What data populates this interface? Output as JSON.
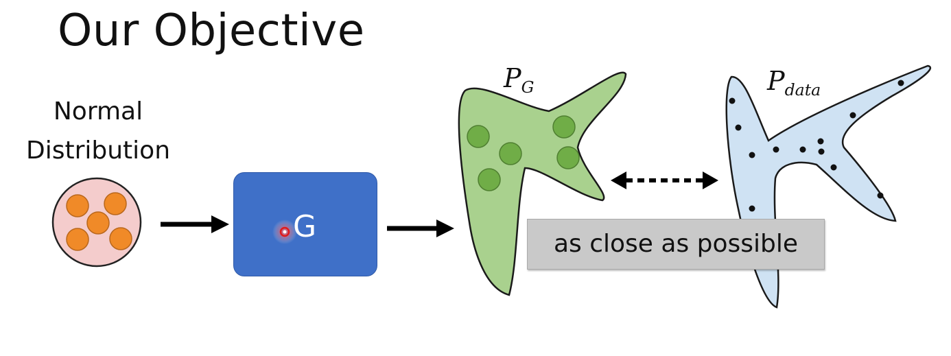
{
  "title": "Our Objective",
  "normal_distribution": {
    "line1": "Normal",
    "line2": "Distribution"
  },
  "generator": {
    "label": "G"
  },
  "pg": {
    "base": "P",
    "sub": "G"
  },
  "pdata": {
    "base": "P",
    "sub": "data"
  },
  "caption": "as close as possible",
  "colors": {
    "generator_fill": "#3f70c8",
    "pg_fill": "#a9d18e",
    "pg_dots": "#70ad47",
    "pdata_fill": "#cfe2f3",
    "normal_circle_fill": "#f4cccc",
    "normal_dots": "#f08a28",
    "caption_box": "#c9c9c9"
  },
  "icons": {
    "arrow": "right-arrow-icon",
    "double_arrow": "double-dashed-arrow-icon",
    "cursor": "laser-pointer-icon"
  }
}
